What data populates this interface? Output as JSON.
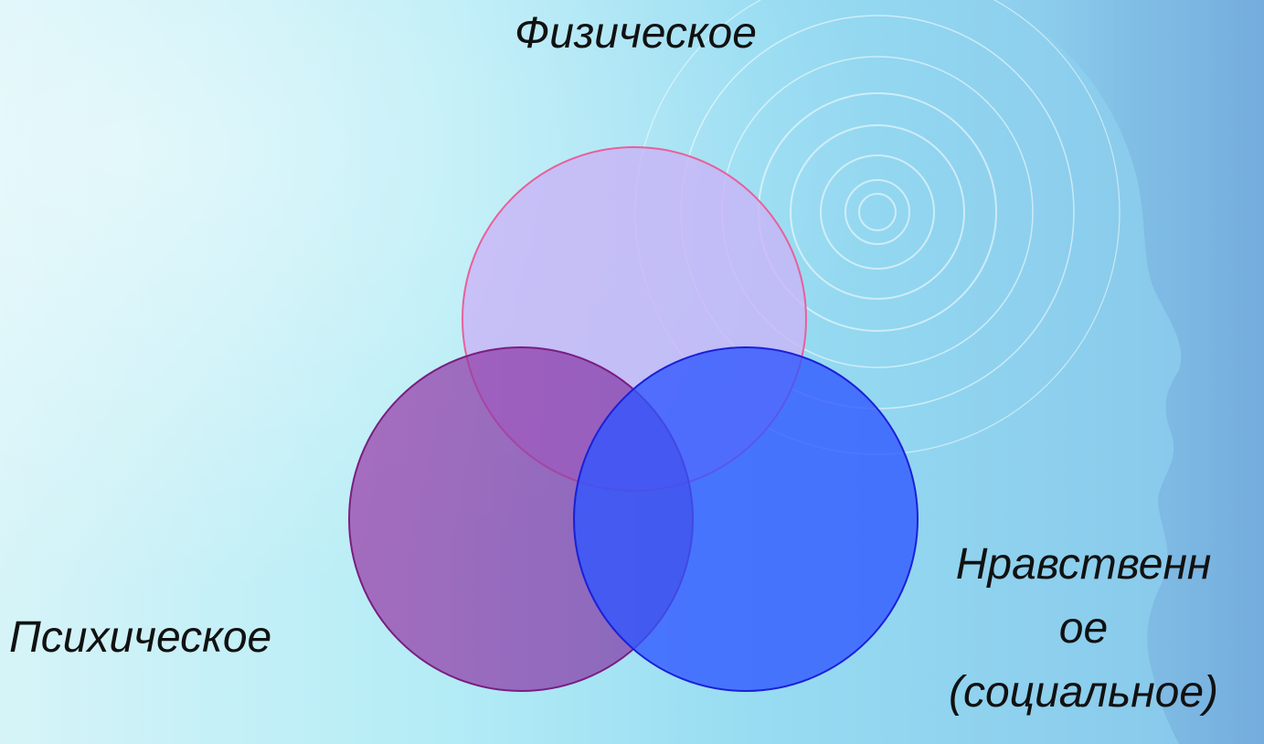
{
  "diagram": {
    "labels": {
      "physical": "Физическое",
      "psychic": "Психическое",
      "moral_line1": "Нравственн",
      "moral_line2": "ое",
      "moral_line3": "(социальное)"
    }
  },
  "colors": {
    "background_left": "#d3f3f7",
    "background_mid": "#9fe0f2",
    "background_right": "#7fb5e0",
    "circle_physical_fill": "#c9b6f5",
    "circle_physical_stroke": "#e8609a",
    "circle_psychic_fill": "#8e3aa0",
    "circle_psychic_stroke": "#7a1d80",
    "circle_moral_fill": "#2f56ff",
    "circle_moral_stroke": "#1a20d8",
    "text": "#111111"
  },
  "decorations": {
    "background_motif": "head-silhouette-with-concentric-rings"
  }
}
